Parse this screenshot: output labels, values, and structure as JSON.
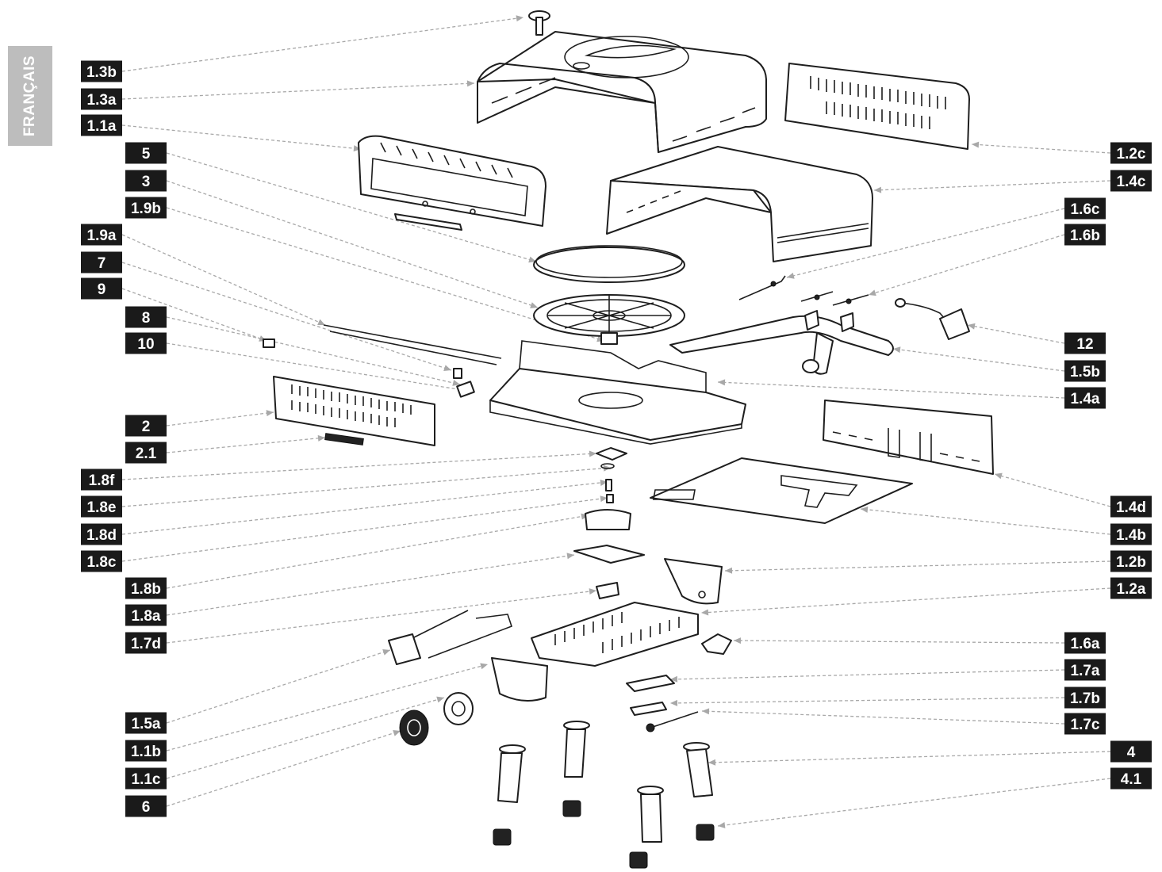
{
  "side_tab": {
    "label": "FRANÇAIS"
  },
  "callouts": [
    {
      "id": "1.3b",
      "side": "left"
    },
    {
      "id": "1.3a",
      "side": "left"
    },
    {
      "id": "1.1a",
      "side": "left"
    },
    {
      "id": "5",
      "side": "left"
    },
    {
      "id": "3",
      "side": "left"
    },
    {
      "id": "1.9b",
      "side": "left"
    },
    {
      "id": "1.9a",
      "side": "left"
    },
    {
      "id": "7",
      "side": "left"
    },
    {
      "id": "9",
      "side": "left"
    },
    {
      "id": "8",
      "side": "left"
    },
    {
      "id": "10",
      "side": "left"
    },
    {
      "id": "2",
      "side": "left"
    },
    {
      "id": "2.1",
      "side": "left"
    },
    {
      "id": "1.8f",
      "side": "left"
    },
    {
      "id": "1.8e",
      "side": "left"
    },
    {
      "id": "1.8d",
      "side": "left"
    },
    {
      "id": "1.8c",
      "side": "left"
    },
    {
      "id": "1.8b",
      "side": "left"
    },
    {
      "id": "1.8a",
      "side": "left"
    },
    {
      "id": "1.7d",
      "side": "left"
    },
    {
      "id": "1.5a",
      "side": "left"
    },
    {
      "id": "1.1b",
      "side": "left"
    },
    {
      "id": "1.1c",
      "side": "left"
    },
    {
      "id": "6",
      "side": "left"
    },
    {
      "id": "1.2c",
      "side": "right"
    },
    {
      "id": "1.4c",
      "side": "right"
    },
    {
      "id": "1.6c",
      "side": "right"
    },
    {
      "id": "1.6b",
      "side": "right"
    },
    {
      "id": "12",
      "side": "right"
    },
    {
      "id": "1.5b",
      "side": "right"
    },
    {
      "id": "1.4a",
      "side": "right"
    },
    {
      "id": "1.4d",
      "side": "right"
    },
    {
      "id": "1.4b",
      "side": "right"
    },
    {
      "id": "1.2b",
      "side": "right"
    },
    {
      "id": "1.2a",
      "side": "right"
    },
    {
      "id": "1.6a",
      "side": "right"
    },
    {
      "id": "1.7a",
      "side": "right"
    },
    {
      "id": "1.7b",
      "side": "right"
    },
    {
      "id": "1.7c",
      "side": "right"
    },
    {
      "id": "4",
      "side": "right"
    },
    {
      "id": "4.1",
      "side": "right"
    }
  ]
}
